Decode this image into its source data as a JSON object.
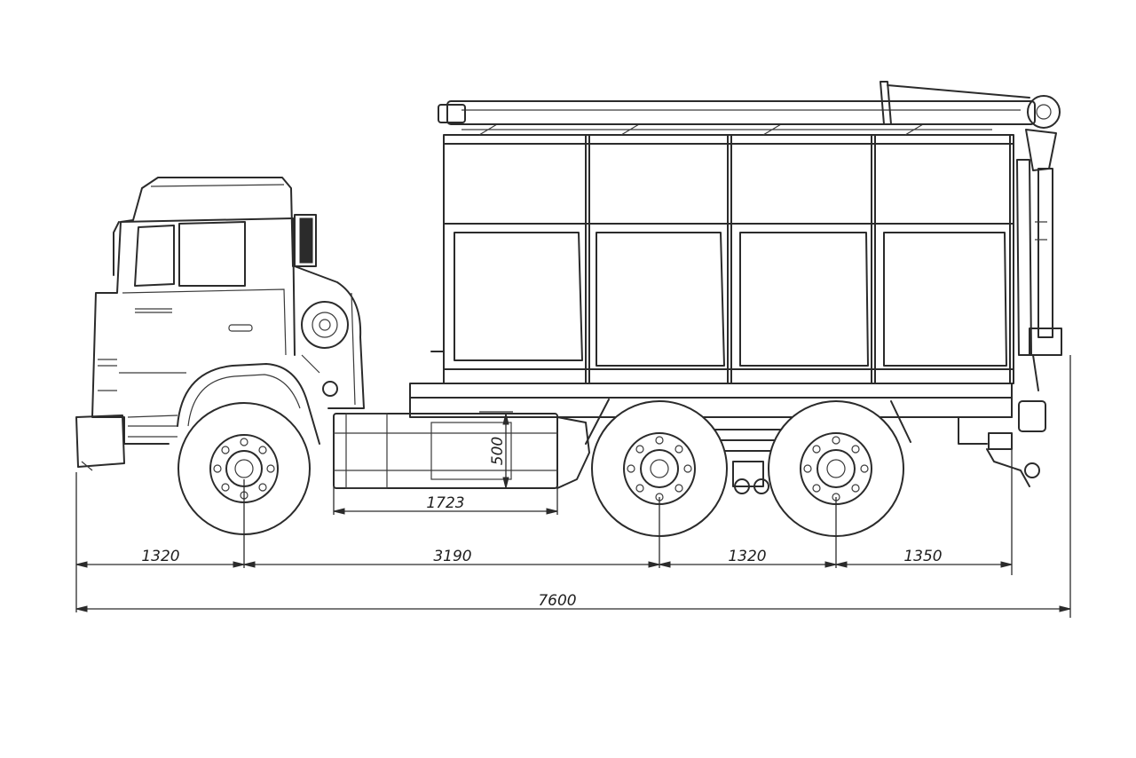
{
  "drawing": {
    "dimensions": {
      "front_overhang": "1320",
      "wheelbase_front": "3190",
      "wheelbase_rear": "1320",
      "rear_overhang": "1350",
      "overall_length": "7600",
      "tank_length": "1723",
      "tank_height": "500"
    }
  }
}
